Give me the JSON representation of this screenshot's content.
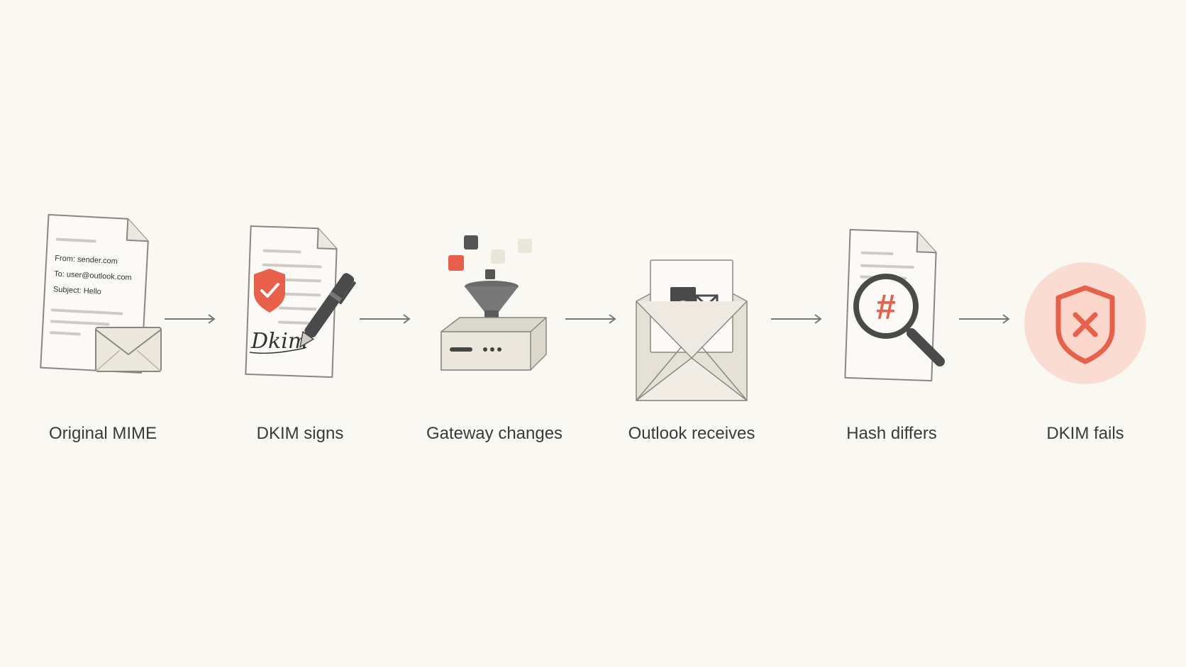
{
  "steps": [
    {
      "label": "Original MIME",
      "icon": "document-envelope-icon"
    },
    {
      "label": "DKIM signs",
      "icon": "signed-document-icon"
    },
    {
      "label": "Gateway changes",
      "icon": "gateway-funnel-icon"
    },
    {
      "label": "Outlook receives",
      "icon": "outlook-envelope-icon"
    },
    {
      "label": "Hash differs",
      "icon": "hash-magnifier-icon"
    },
    {
      "label": "DKIM fails",
      "icon": "shield-x-icon"
    }
  ],
  "mime_header": {
    "from": "From: sender.com",
    "to": "To: user@outlook.com",
    "subject": "Subject: Hello"
  },
  "signature_text": "Dkim",
  "outlook_letter": "O",
  "hash_symbol": "#",
  "colors": {
    "background": "#faf8f2",
    "accent": "#e8604a",
    "accent_soft": "#fbdcd2",
    "paper": "#fbfaf6",
    "stroke": "#8a8782",
    "dark": "#4a4a4a"
  }
}
